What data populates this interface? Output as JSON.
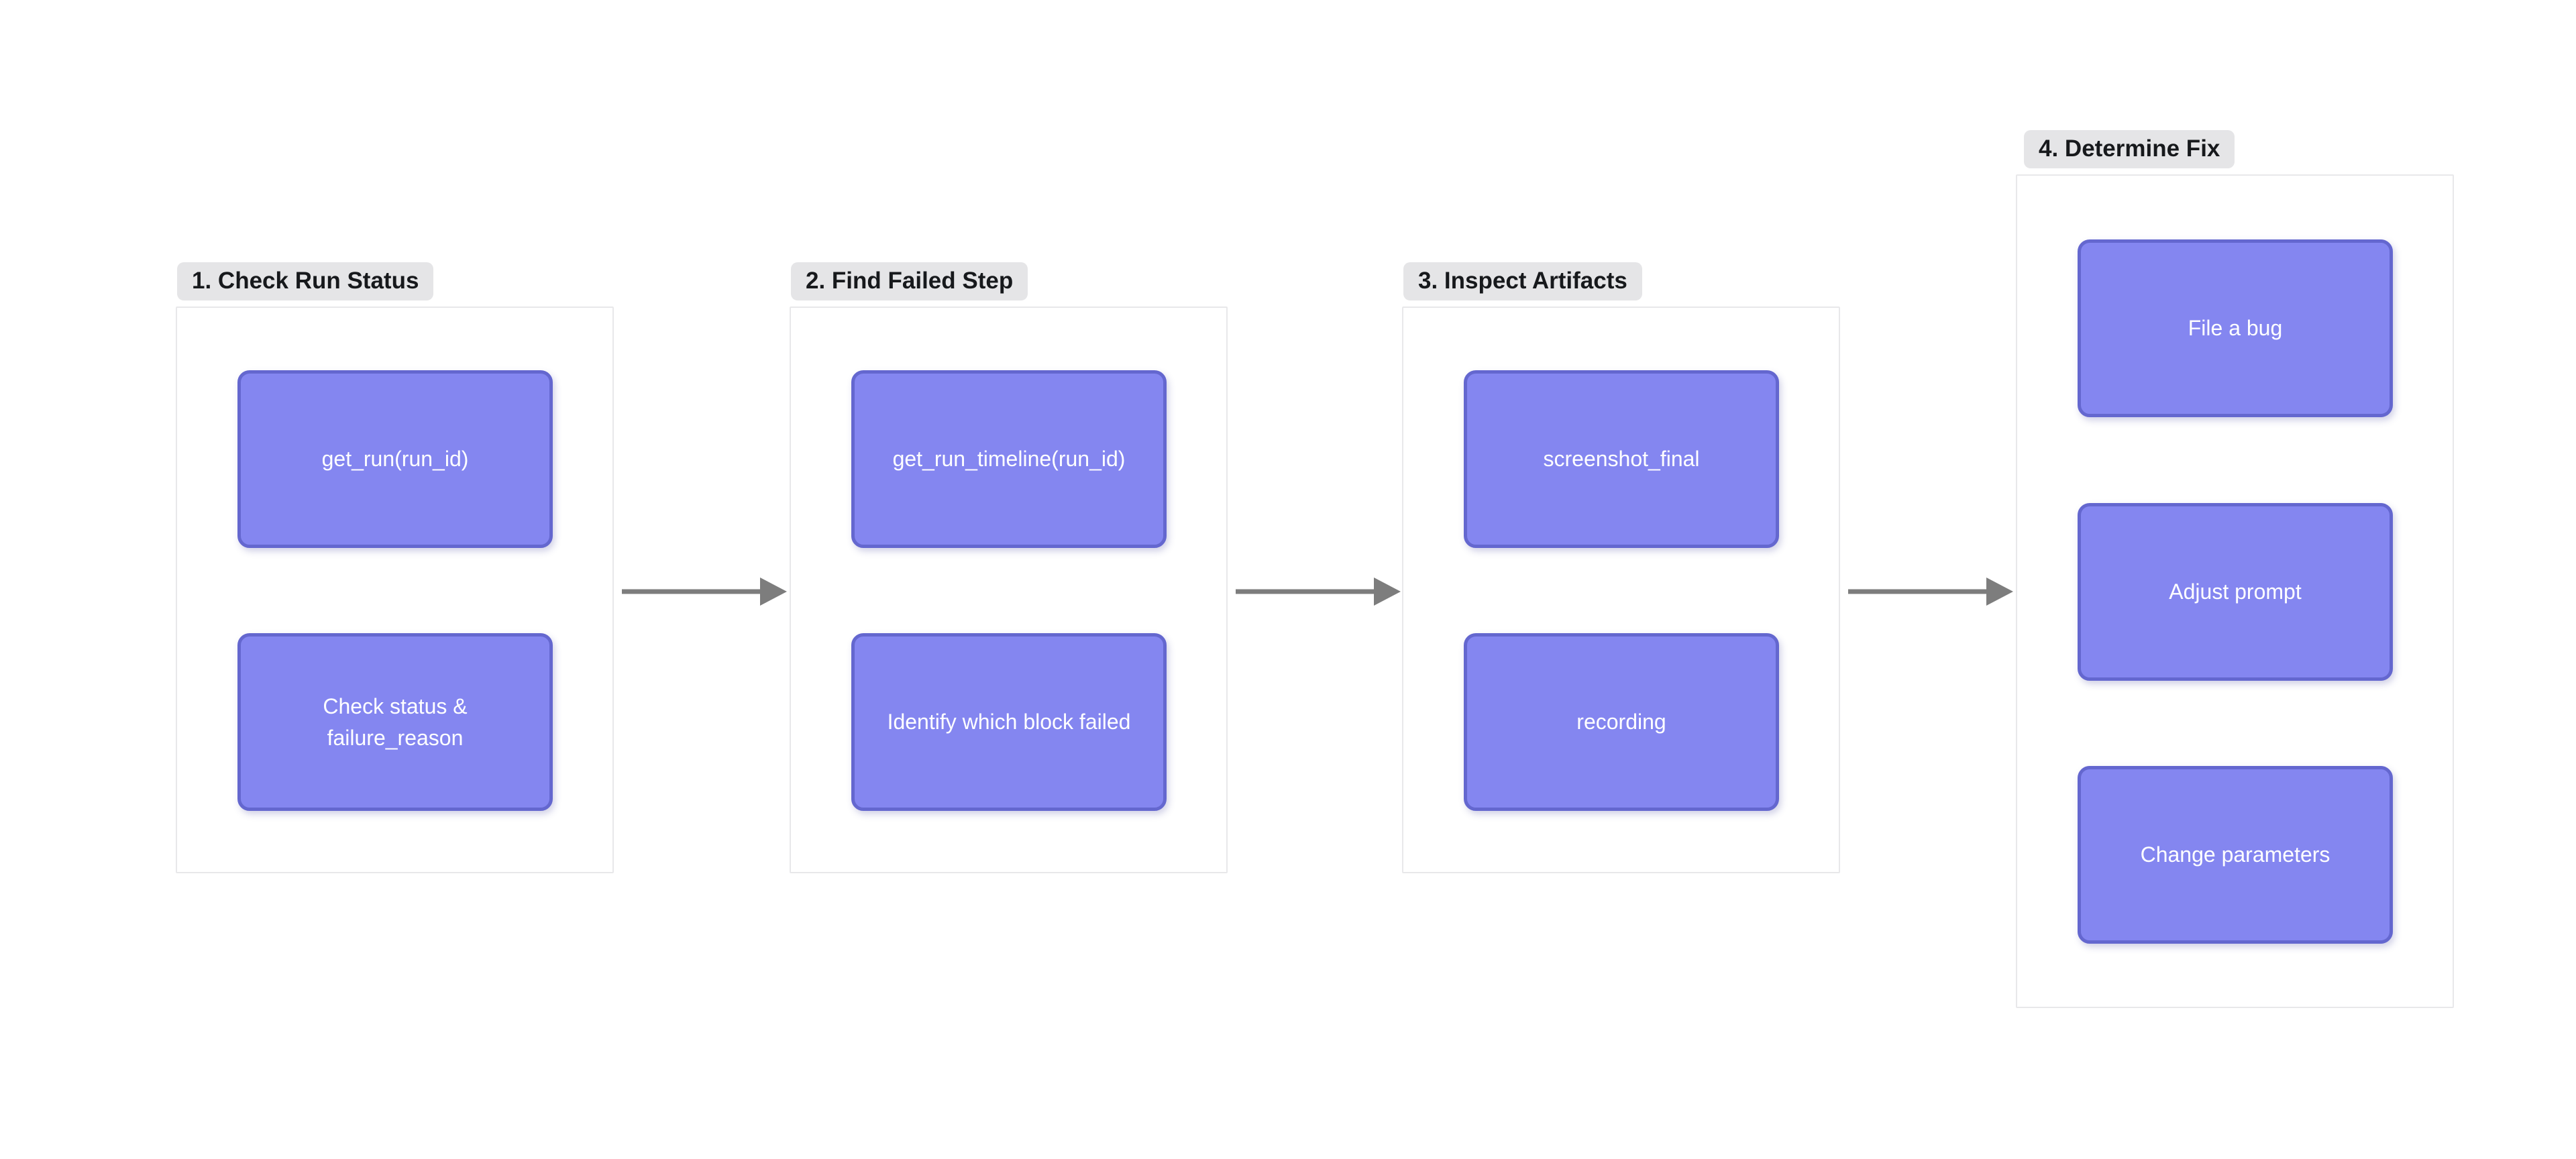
{
  "diagram": {
    "groups": [
      {
        "label": "1. Check Run Status",
        "nodes": [
          {
            "label": "get_run(run_id)"
          },
          {
            "label": "Check status & failure_reason"
          }
        ]
      },
      {
        "label": "2. Find Failed Step",
        "nodes": [
          {
            "label": "get_run_timeline(run_id)"
          },
          {
            "label": "Identify which block failed"
          }
        ]
      },
      {
        "label": "3. Inspect Artifacts",
        "nodes": [
          {
            "label": "screenshot_final"
          },
          {
            "label": "recording"
          }
        ]
      },
      {
        "label": "4. Determine Fix",
        "nodes": [
          {
            "label": "File a bug"
          },
          {
            "label": "Adjust prompt"
          },
          {
            "label": "Change parameters"
          }
        ]
      }
    ],
    "arrows": [
      {
        "from": "1. Check Run Status",
        "to": "2. Find Failed Step"
      },
      {
        "from": "2. Find Failed Step",
        "to": "3. Inspect Artifacts"
      },
      {
        "from": "3. Inspect Artifacts",
        "to": "4. Determine Fix"
      }
    ],
    "colors": {
      "background": "#ffffff",
      "node_fill": "#8486f0",
      "node_border": "#6467cf",
      "node_text": "#ffffff",
      "group_fill": "#ffffff",
      "group_border": "#e8e8ea",
      "label_bg": "#e5e5e7",
      "label_text": "#17191c",
      "arrow": "#7d7d7d"
    }
  }
}
